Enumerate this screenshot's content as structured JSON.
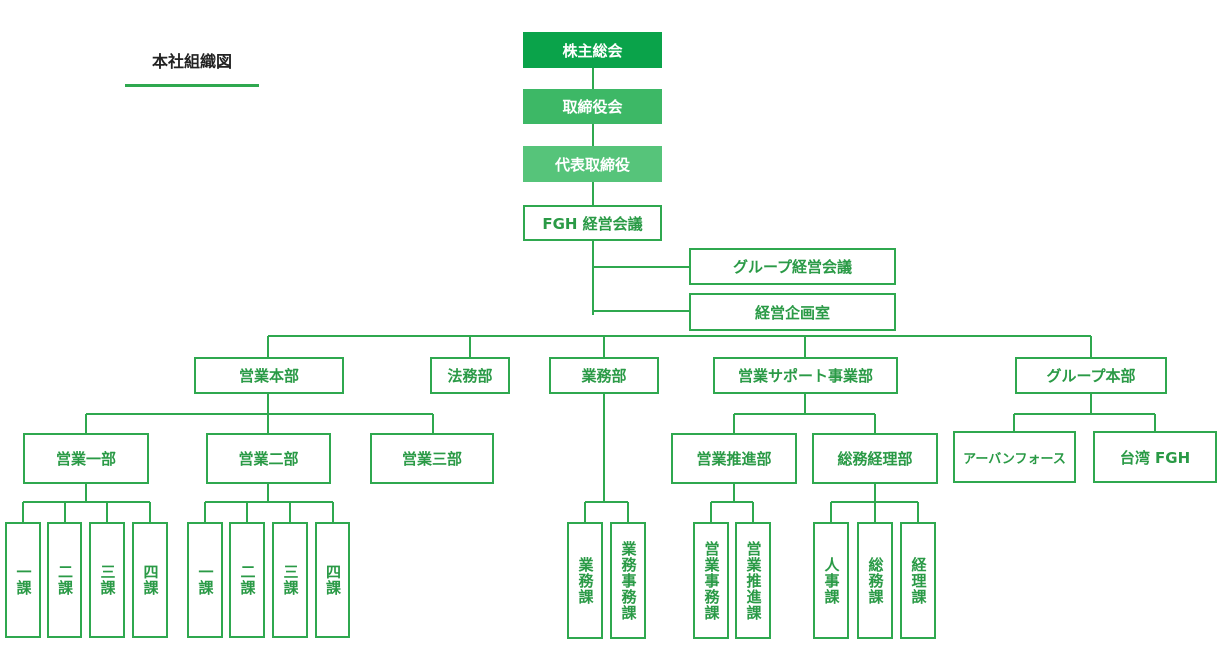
{
  "title": "本社組織図",
  "colors": {
    "line": "#2fa84f",
    "text": "#2a9a46"
  },
  "boxes": {
    "shareholders": "株主総会",
    "board": "取締役会",
    "representative": "代表取締役",
    "fgh_meeting": "FGH 経営会議",
    "group_meeting": "グループ経営会議",
    "planning": "経営企画室",
    "sales_hq": "営業本部",
    "legal": "法務部",
    "operations": "業務部",
    "sales_support": "営業サポート事業部",
    "group_hq": "グループ本部",
    "sales_1": "営業一部",
    "sales_2": "営業二部",
    "sales_3": "営業三部",
    "promotion": "営業推進部",
    "general_affairs": "総務経理部",
    "urban_force": "アーバンフォース",
    "taiwan": "台湾 FGH",
    "s1_k1": "一課",
    "s1_k2": "二課",
    "s1_k3": "三課",
    "s1_k4": "四課",
    "s2_k1": "一課",
    "s2_k2": "二課",
    "s2_k3": "三課",
    "s2_k4": "四課",
    "ops_k1": "業務課",
    "ops_k2": "業務事務課",
    "promo_k1": "営業事務課",
    "promo_k2": "営業推進課",
    "ga_k1": "人事課",
    "ga_k2": "総務課",
    "ga_k3": "経理課"
  }
}
